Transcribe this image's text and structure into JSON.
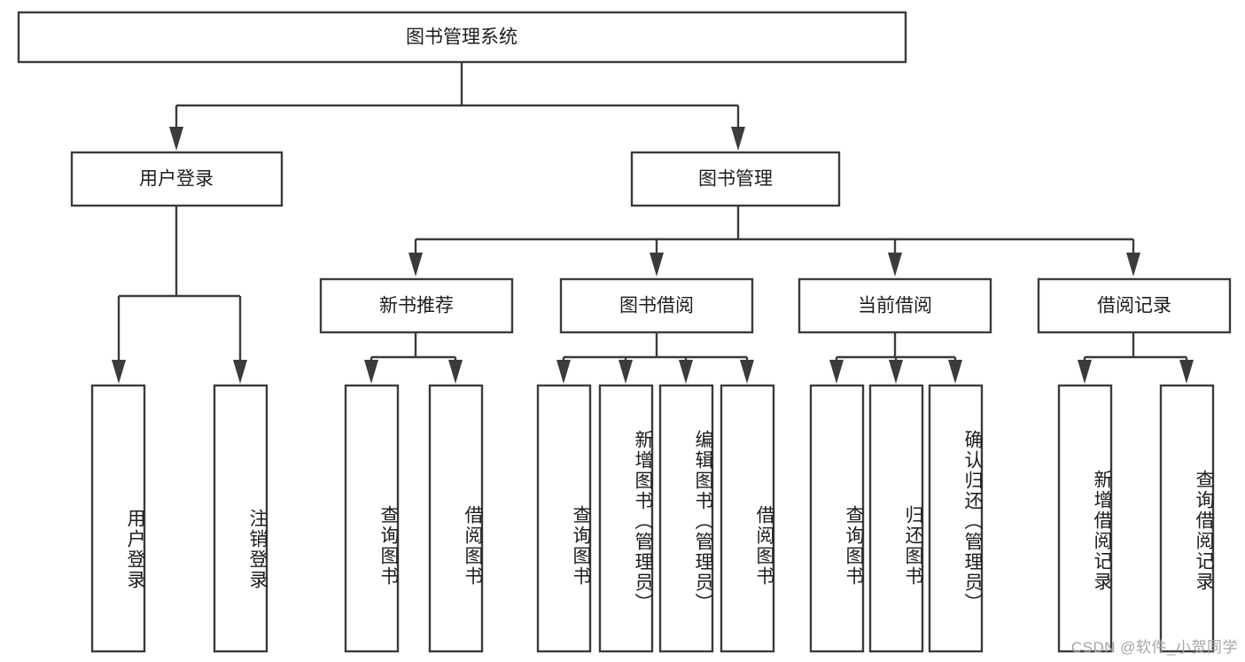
{
  "diagram": {
    "type": "tree",
    "title": "图书管理系统",
    "watermark": "CSDN @软件_小贺同学",
    "levels": {
      "root": {
        "label": "图书管理系统"
      },
      "level2": [
        {
          "id": "user-login",
          "label": "用户登录"
        },
        {
          "id": "book-manage",
          "label": "图书管理"
        }
      ],
      "level3": [
        {
          "id": "new-book-rec",
          "label": "新书推荐",
          "parent": "book-manage"
        },
        {
          "id": "book-borrow",
          "label": "图书借阅",
          "parent": "book-manage"
        },
        {
          "id": "current-borrow",
          "label": "当前借阅",
          "parent": "book-manage"
        },
        {
          "id": "borrow-record",
          "label": "借阅记录",
          "parent": "book-manage"
        }
      ],
      "leaves": [
        {
          "id": "leaf-user-login",
          "label": "用户登录",
          "parent": "user-login"
        },
        {
          "id": "leaf-logout",
          "label": "注销登录",
          "parent": "user-login"
        },
        {
          "id": "leaf-query-book-1",
          "label": "查询图书",
          "parent": "new-book-rec"
        },
        {
          "id": "leaf-borrow-book-1",
          "label": "借阅图书",
          "parent": "new-book-rec"
        },
        {
          "id": "leaf-query-book-2",
          "label": "查询图书",
          "parent": "book-borrow"
        },
        {
          "id": "leaf-add-book",
          "label": "新增图书（管理员）",
          "parent": "book-borrow"
        },
        {
          "id": "leaf-edit-book",
          "label": "编辑图书（管理员）",
          "parent": "book-borrow"
        },
        {
          "id": "leaf-borrow-book-2",
          "label": "借阅图书",
          "parent": "book-borrow"
        },
        {
          "id": "leaf-query-book-3",
          "label": "查询图书",
          "parent": "current-borrow"
        },
        {
          "id": "leaf-return-book",
          "label": "归还图书",
          "parent": "current-borrow"
        },
        {
          "id": "leaf-confirm-return",
          "label": "确认归还（管理员）",
          "parent": "current-borrow"
        },
        {
          "id": "leaf-add-record",
          "label": "新增借阅记录",
          "parent": "borrow-record"
        },
        {
          "id": "leaf-query-record",
          "label": "查询借阅记录",
          "parent": "borrow-record"
        }
      ]
    },
    "colors": {
      "stroke": "#3b3b3b",
      "fill": "#ffffff",
      "text": "#1d1d1d",
      "watermark": "#a6a6a6"
    }
  }
}
